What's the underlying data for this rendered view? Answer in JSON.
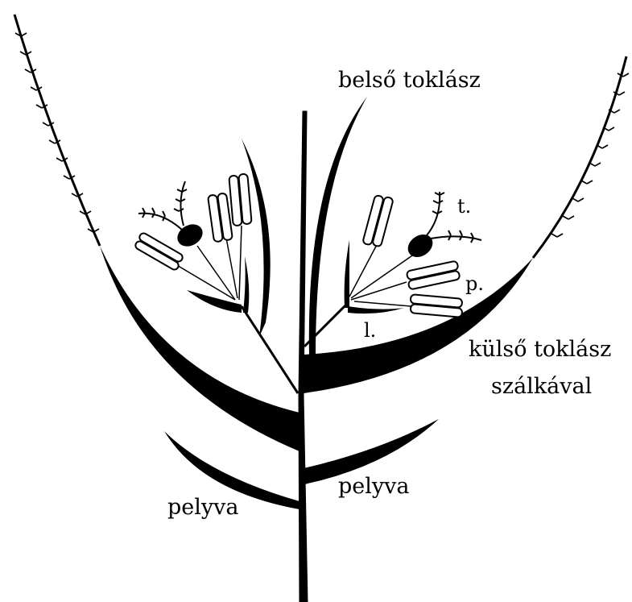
{
  "labels": {
    "inner_lemma": "belső toklász",
    "outer_lemma_line1": "külső toklász",
    "outer_lemma_line2": "szálkával",
    "glume_left": "pelyva",
    "glume_right": "pelyva",
    "t": "t.",
    "p": "p.",
    "l": "l."
  },
  "colors": {
    "ink": "#000000",
    "paper": "#ffffff"
  }
}
